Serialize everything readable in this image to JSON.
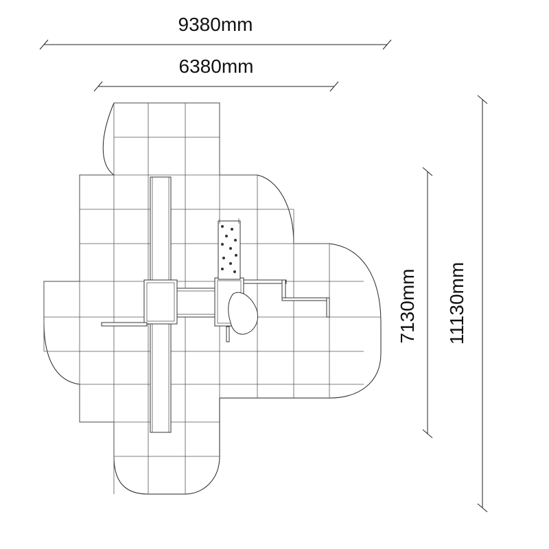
{
  "dimensions": {
    "overall_width": "9380mm",
    "equipment_width": "6380mm",
    "overall_depth": "11130mm",
    "equipment_depth": "7130mm"
  },
  "colors": {
    "line": "#222222",
    "background": "#ffffff"
  }
}
